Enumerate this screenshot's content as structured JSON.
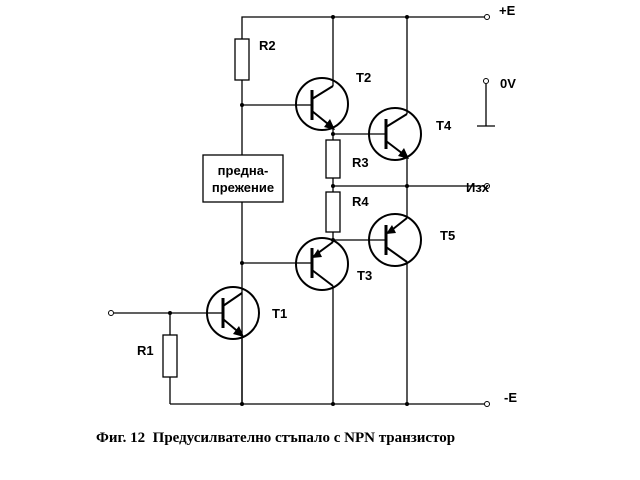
{
  "caption": "Фиг. 12  Предусилвателно стъпало с NPN транзистор",
  "terminals": {
    "plus_e": "+E",
    "zero_v": "0V",
    "output": "Изх",
    "minus_e": "-E"
  },
  "components": {
    "r1": "R1",
    "r2": "R2",
    "r3": "R3",
    "r4": "R4",
    "t1": "T1",
    "t2": "T2",
    "t3": "T3",
    "t4": "T4",
    "t5": "T5"
  },
  "bias_block": {
    "line1": "предна-",
    "line2": "прежение"
  }
}
